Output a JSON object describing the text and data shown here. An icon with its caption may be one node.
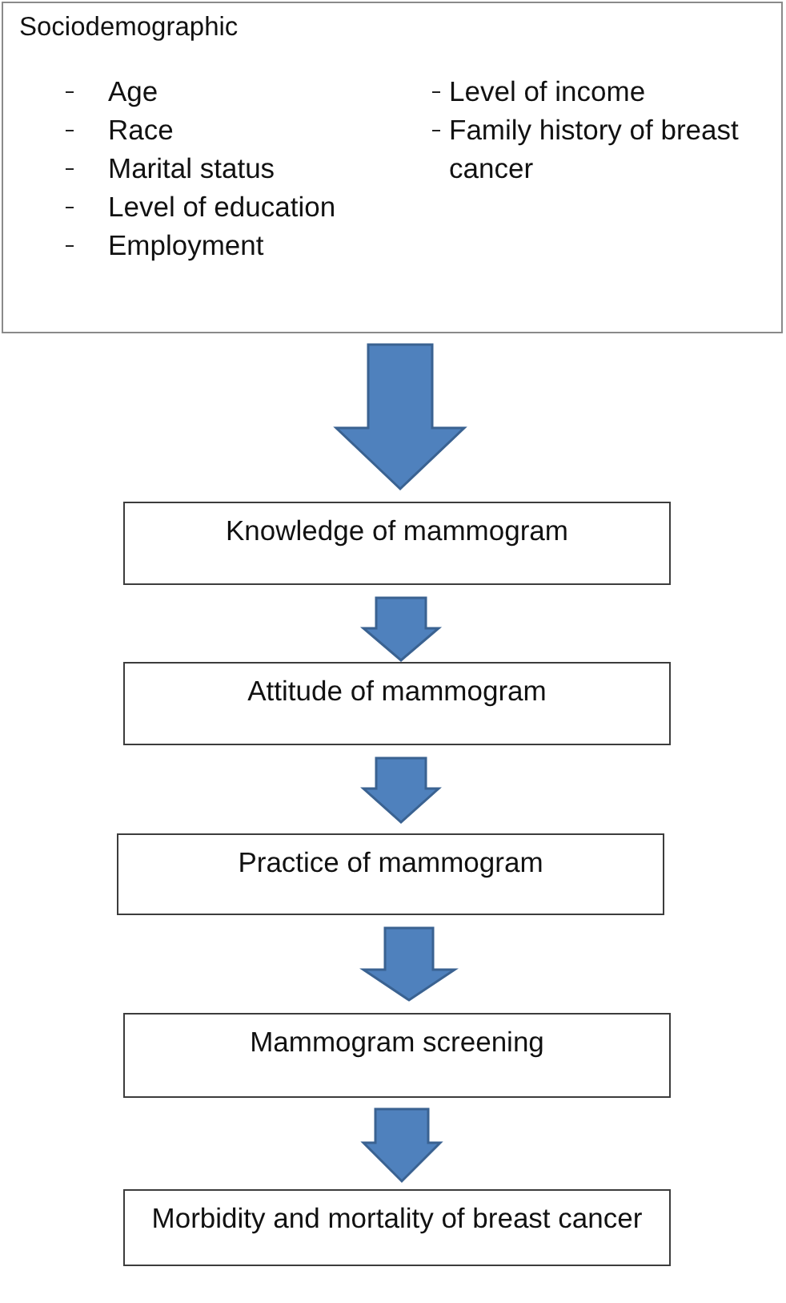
{
  "diagram": {
    "nodes": [
      {
        "text": [
          "Sociodemographic",
          "Age",
          "Race",
          "Marital status",
          "Level of education",
          "Employment",
          "Level of income",
          "Family history of breast cancer"
        ]
      },
      {
        "text": [
          "Knowledge of mammogram"
        ]
      },
      {
        "text": [
          "Attitude of mammogram"
        ]
      },
      {
        "text": [
          "Practice of mammogram"
        ]
      },
      {
        "text": [
          "Mammogram screening"
        ]
      },
      {
        "text": [
          "Morbidity and mortality of breast cancer"
        ]
      }
    ],
    "edges": [
      {
        "from": 0,
        "to": 1,
        "arrow": "to"
      },
      {
        "from": 1,
        "to": 2,
        "arrow": "to"
      },
      {
        "from": 2,
        "to": 3,
        "arrow": "to"
      },
      {
        "from": 3,
        "to": 4,
        "arrow": "to"
      },
      {
        "from": 4,
        "to": 5,
        "arrow": "to"
      }
    ]
  }
}
